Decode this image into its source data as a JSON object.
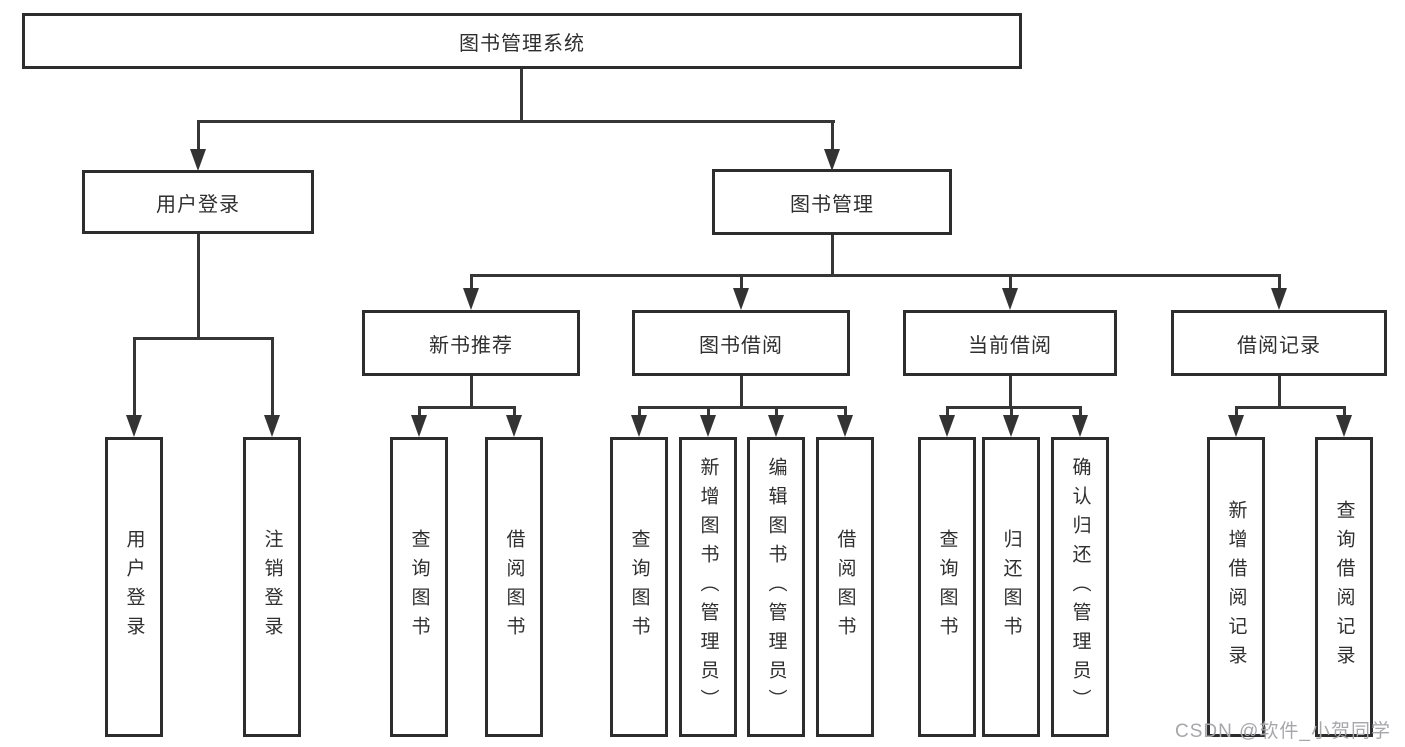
{
  "tree": {
    "root": "图书管理系统",
    "children": [
      {
        "label": "用户登录",
        "children": [
          {
            "label": "用户登录"
          },
          {
            "label": "注销登录"
          }
        ]
      },
      {
        "label": "图书管理",
        "children": [
          {
            "label": "新书推荐",
            "children": [
              {
                "label": "查询图书"
              },
              {
                "label": "借阅图书"
              }
            ]
          },
          {
            "label": "图书借阅",
            "children": [
              {
                "label": "查询图书"
              },
              {
                "label": "新增图书（管理员）"
              },
              {
                "label": "编辑图书（管理员）"
              },
              {
                "label": "借阅图书"
              }
            ]
          },
          {
            "label": "当前借阅",
            "children": [
              {
                "label": "查询图书"
              },
              {
                "label": "归还图书"
              },
              {
                "label": "确认归还（管理员）"
              }
            ]
          },
          {
            "label": "借阅记录",
            "children": [
              {
                "label": "新增借阅记录"
              },
              {
                "label": "查询借阅记录"
              }
            ]
          }
        ]
      }
    ]
  },
  "watermark": {
    "text": "CSDN @软件_小贺同学"
  },
  "colors": {
    "line": "#363636",
    "box_border": "#2d2d2d",
    "box_fill": "#ffffff",
    "text": "#2f2f2f",
    "watermark": "#a7a7ab",
    "background": "#ffffff"
  }
}
